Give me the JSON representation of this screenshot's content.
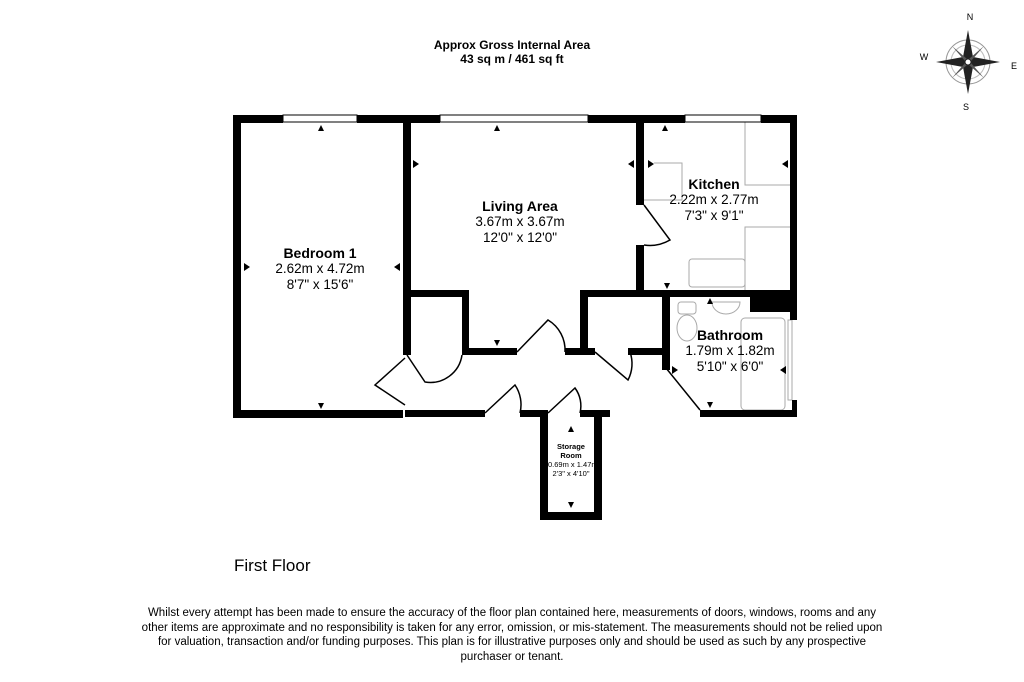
{
  "header": {
    "line1": "Approx Gross Internal Area",
    "line2": "43 sq m / 461 sq ft"
  },
  "compass": {
    "n": "N",
    "s": "S",
    "e": "E",
    "w": "W"
  },
  "rooms": [
    {
      "name": "Bedroom 1",
      "metric": "2.62m x 4.72m",
      "imperial": "8'7\" x 15'6\""
    },
    {
      "name": "Living Area",
      "metric": "3.67m x 3.67m",
      "imperial": "12'0\" x 12'0\""
    },
    {
      "name": "Kitchen",
      "metric": "2.22m x 2.77m",
      "imperial": "7'3\" x 9'1\""
    },
    {
      "name": "Bathroom",
      "metric": "1.79m x 1.82m",
      "imperial": "5'10\" x 6'0\""
    },
    {
      "name": "Storage Room",
      "metric": "0.69m x 1.47m",
      "imperial": "2'3\" x 4'10\""
    }
  ],
  "floor_label": "First Floor",
  "disclaimer": "Whilst every attempt has been made to ensure the accuracy of the floor plan contained here, measurements of doors, windows, rooms and any other items are approximate and no responsibility is taken for any error, omission, or mis-statement. The measurements should not be relied upon for valuation, transaction and/or funding purposes. This plan is for illustrative purposes only and should be used as such by any prospective purchaser or tenant."
}
